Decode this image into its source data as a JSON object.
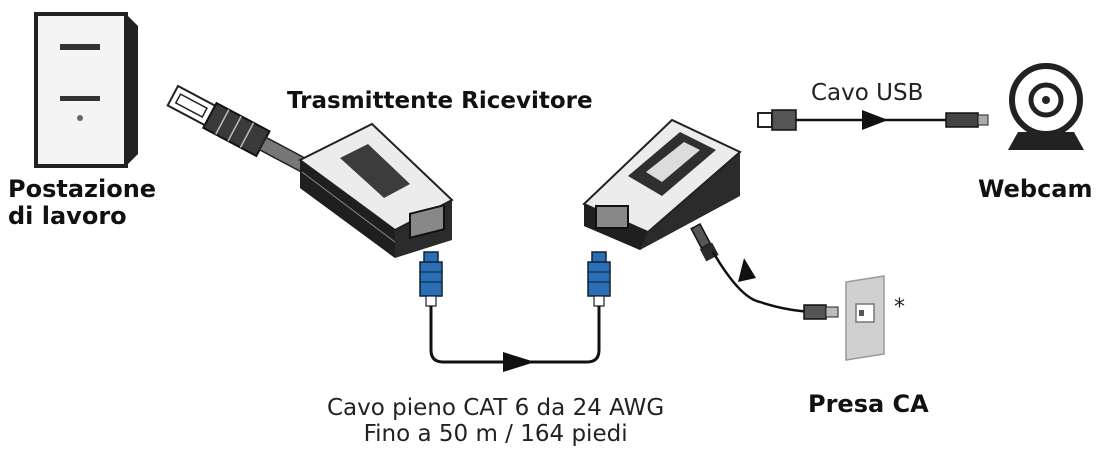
{
  "labels": {
    "workstation_line1": "Postazione",
    "workstation_line2": "di lavoro",
    "transmitter_receiver": "Trasmittente Ricevitore",
    "usb_cable": "Cavo USB",
    "webcam": "Webcam",
    "cat6_line1": "Cavo pieno CAT 6 da 24 AWG",
    "cat6_line2": "Fino a 50 m / 164 piedi",
    "ac_outlet": "Presa CA",
    "asterisk": "*"
  },
  "colors": {
    "line": "#111111",
    "device_dark": "#2b2b2b",
    "device_light": "#d9d9d9",
    "rj45_blue": "#2a6fb5",
    "outlet_gray": "#c8c8c8"
  },
  "icons": [
    "computer-tower-icon",
    "usb-plug-icon",
    "transmitter-device-icon",
    "receiver-device-icon",
    "rj45-plug-icon",
    "webcam-icon",
    "power-plug-icon",
    "wall-outlet-icon",
    "arrow-icon"
  ]
}
